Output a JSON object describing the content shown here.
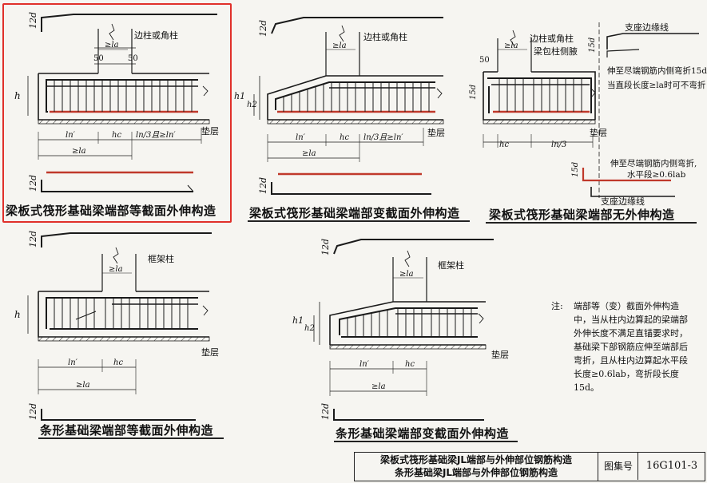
{
  "diagrams": {
    "d1": {
      "caption": "梁板式筏形基础梁端部等截面外伸构造",
      "column_label": "边柱或角柱",
      "cushion_label": "垫层",
      "dim_h": "h",
      "dim_12d_top": "12d",
      "dim_12d_bot": "12d",
      "dim_la": "≥la",
      "dim_50a": "50",
      "dim_50b": "50",
      "dim_ln1": "ln′",
      "dim_hc": "hc",
      "dim_ln3": "ln/3且≥ln′",
      "dim_ge_la": "≥la"
    },
    "d2": {
      "caption": "梁板式筏形基础梁端部变截面外伸构造",
      "column_label": "边柱或角柱",
      "cushion_label": "垫层",
      "dim_h1": "h1",
      "dim_h2": "h2",
      "dim_12d_top": "12d",
      "dim_12d_bot": "12d",
      "dim_la": "≥la",
      "dim_ln1": "ln′",
      "dim_hc": "hc",
      "dim_ln3": "ln/3且≥ln′",
      "dim_ge_la": "≥la"
    },
    "d3": {
      "caption": "梁板式筏形基础梁端部无外伸构造",
      "column_label": "边柱或角柱",
      "wrap_label": "梁包柱侧腋",
      "support_top": "支座边缘线",
      "support_bot": "支座边缘线",
      "cushion_label": "垫层",
      "note1_l1": "伸至尽端钢筋内侧弯折15d",
      "note1_l2": "当直段长度≥la时可不弯折",
      "note2_l1": "伸至尽端钢筋内侧弯折,",
      "note2_l2": "水平段≥0.6lab",
      "dim_15d_a": "15d",
      "dim_15d_b": "15d",
      "dim_15d_c": "15d",
      "dim_la": "≥la",
      "dim_50": "50",
      "dim_hc": "hc",
      "dim_ln3": "ln/3"
    },
    "d4": {
      "caption": "条形基础梁端部等截面外伸构造",
      "column_label": "框架柱",
      "cushion_label": "垫层",
      "dim_h": "h",
      "dim_12d_top": "12d",
      "dim_12d_bot": "12d",
      "dim_la": "≥la",
      "dim_ln1": "ln′",
      "dim_hc": "hc",
      "dim_ge_la": "≥la"
    },
    "d5": {
      "caption": "条形基础梁端部变截面外伸构造",
      "column_label": "框架柱",
      "cushion_label": "垫层",
      "dim_h1": "h1",
      "dim_h2": "h2",
      "dim_12d_top": "12d",
      "dim_12d_bot": "12d",
      "dim_la": "≥la",
      "dim_ln1": "ln′",
      "dim_hc": "hc",
      "dim_ge_la": "≥la"
    }
  },
  "note": {
    "label": "注:",
    "text": "端部等（变）截面外伸构造中，当从柱内边算起的梁端部外伸长度不满足直锚要求时，基础梁下部钢筋应伸至端部后弯折，且从柱内边算起水平段长度≥0.6lab，弯折段长度15d。"
  },
  "title_block": {
    "title_line1": "梁板式筏形基础梁JL端部与外伸部位钢筋构造",
    "title_line2": "条形基础梁JL端部与外伸部位钢筋构造",
    "atlas_label": "图集号",
    "atlas_number": "16G101-3"
  },
  "colors": {
    "line": "#1a1a1a",
    "rebar_red": "#c0392b",
    "selection": "#e0302a",
    "paper": "#f6f5f1"
  }
}
